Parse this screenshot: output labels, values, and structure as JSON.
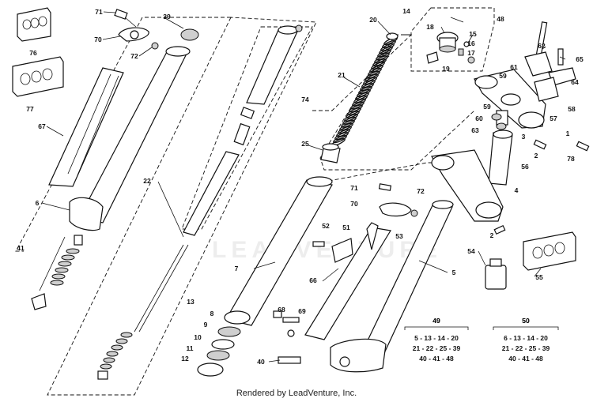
{
  "footer": "Rendered by LeadVenture, Inc.",
  "watermark": "LEADVENTURE",
  "callouts": [
    {
      "id": "71a",
      "text": "71"
    },
    {
      "id": "39",
      "text": "39"
    },
    {
      "id": "70a",
      "text": "70"
    },
    {
      "id": "72a",
      "text": "72"
    },
    {
      "id": "76",
      "text": "76"
    },
    {
      "id": "77",
      "text": "77"
    },
    {
      "id": "67",
      "text": "67"
    },
    {
      "id": "6",
      "text": "6"
    },
    {
      "id": "41",
      "text": "41"
    },
    {
      "id": "22",
      "text": "22"
    },
    {
      "id": "20",
      "text": "20"
    },
    {
      "id": "21",
      "text": "21"
    },
    {
      "id": "74",
      "text": "74"
    },
    {
      "id": "25",
      "text": "25"
    },
    {
      "id": "14",
      "text": "14"
    },
    {
      "id": "48",
      "text": "48"
    },
    {
      "id": "18",
      "text": "18"
    },
    {
      "id": "15",
      "text": "15"
    },
    {
      "id": "16",
      "text": "16"
    },
    {
      "id": "17",
      "text": "17"
    },
    {
      "id": "19",
      "text": "19"
    },
    {
      "id": "62",
      "text": "62"
    },
    {
      "id": "65",
      "text": "65"
    },
    {
      "id": "61",
      "text": "61"
    },
    {
      "id": "59a",
      "text": "59"
    },
    {
      "id": "64",
      "text": "64"
    },
    {
      "id": "58",
      "text": "58"
    },
    {
      "id": "59b",
      "text": "59"
    },
    {
      "id": "57",
      "text": "57"
    },
    {
      "id": "60",
      "text": "60"
    },
    {
      "id": "63",
      "text": "63"
    },
    {
      "id": "3",
      "text": "3"
    },
    {
      "id": "1",
      "text": "1"
    },
    {
      "id": "2a",
      "text": "2"
    },
    {
      "id": "78",
      "text": "78"
    },
    {
      "id": "56",
      "text": "56"
    },
    {
      "id": "4",
      "text": "4"
    },
    {
      "id": "2b",
      "text": "2"
    },
    {
      "id": "71b",
      "text": "71"
    },
    {
      "id": "72b",
      "text": "72"
    },
    {
      "id": "70b",
      "text": "70"
    },
    {
      "id": "52",
      "text": "52"
    },
    {
      "id": "51",
      "text": "51"
    },
    {
      "id": "53",
      "text": "53"
    },
    {
      "id": "7",
      "text": "7"
    },
    {
      "id": "54",
      "text": "54"
    },
    {
      "id": "55",
      "text": "55"
    },
    {
      "id": "5",
      "text": "5"
    },
    {
      "id": "66",
      "text": "66"
    },
    {
      "id": "13",
      "text": "13"
    },
    {
      "id": "8",
      "text": "8"
    },
    {
      "id": "9",
      "text": "9"
    },
    {
      "id": "10",
      "text": "10"
    },
    {
      "id": "11",
      "text": "11"
    },
    {
      "id": "12",
      "text": "12"
    },
    {
      "id": "68",
      "text": "68"
    },
    {
      "id": "69",
      "text": "69"
    },
    {
      "id": "40",
      "text": "40"
    },
    {
      "id": "49",
      "text": "49"
    },
    {
      "id": "50",
      "text": "50"
    }
  ],
  "kits": {
    "k49": {
      "title": "49",
      "lines": [
        "5 - 13 - 14 - 20",
        "21 - 22 - 25 - 39",
        "40 - 41 - 48"
      ]
    },
    "k50": {
      "title": "50",
      "lines": [
        "6 - 13 - 14 - 20",
        "21 - 22 - 25 - 39",
        "40 - 41 - 48"
      ]
    }
  }
}
